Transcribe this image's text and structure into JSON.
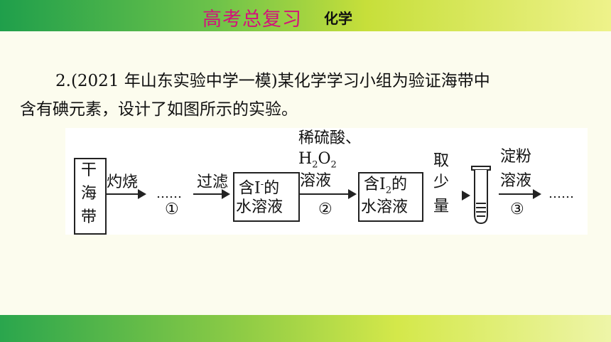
{
  "header": {
    "title": "高考总复习",
    "subject": "化学"
  },
  "question": {
    "line1": "2.(2021 年山东实验中学一模)某化学学习小组为验证海带中",
    "line2": "含有碘元素，设计了如图所示的实验。"
  },
  "diagram": {
    "box1": [
      "干",
      "海",
      "带"
    ],
    "step1_top": "灼烧",
    "dots1": "……",
    "step1_num": "①",
    "step2_top": "过滤",
    "box2_line1_pre": "含I",
    "box2_line1_sup": "-",
    "box2_line1_post": "的",
    "box2_line2": "水溶液",
    "reagent_line1": "稀硫酸、",
    "reagent_h": "H",
    "reagent_h_sub": "2",
    "reagent_o": "O",
    "reagent_o_sub": "2",
    "reagent_line3": "溶液",
    "step3_num": "②",
    "box3_line1_pre": "含I",
    "box3_line1_sub": "2",
    "box3_line1_post": "的",
    "box3_line2": "水溶液",
    "take": [
      "取",
      "少",
      "量"
    ],
    "starch": [
      "淀粉",
      "溶液"
    ],
    "step4_num": "③",
    "dots_end": "……"
  }
}
